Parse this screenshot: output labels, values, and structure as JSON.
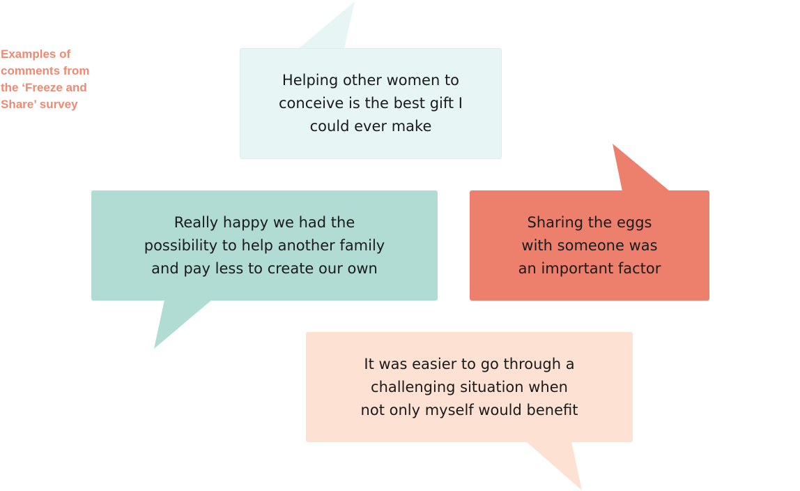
{
  "caption": {
    "lines": [
      "Examples of",
      "comments from",
      "the ‘Freeze and",
      "Share’ survey"
    ]
  },
  "colors": {
    "caption": "#ec8a74",
    "bubble_1": "#e7f6f5",
    "bubble_2": "#b1dcd4",
    "bubble_3": "#ed7f6d",
    "bubble_4": "#fde1d3"
  },
  "bubbles": [
    {
      "lines": [
        "Helping other women to",
        "conceive is the best gift I",
        "could ever make"
      ]
    },
    {
      "lines": [
        "Really happy we had the",
        "possibility to help another family",
        "and pay less to create our own"
      ]
    },
    {
      "lines": [
        "Sharing the eggs",
        "with someone was",
        "an important factor"
      ]
    },
    {
      "lines": [
        "It was easier to go through a",
        "challenging situation when",
        "not only myself would benefit"
      ]
    }
  ]
}
